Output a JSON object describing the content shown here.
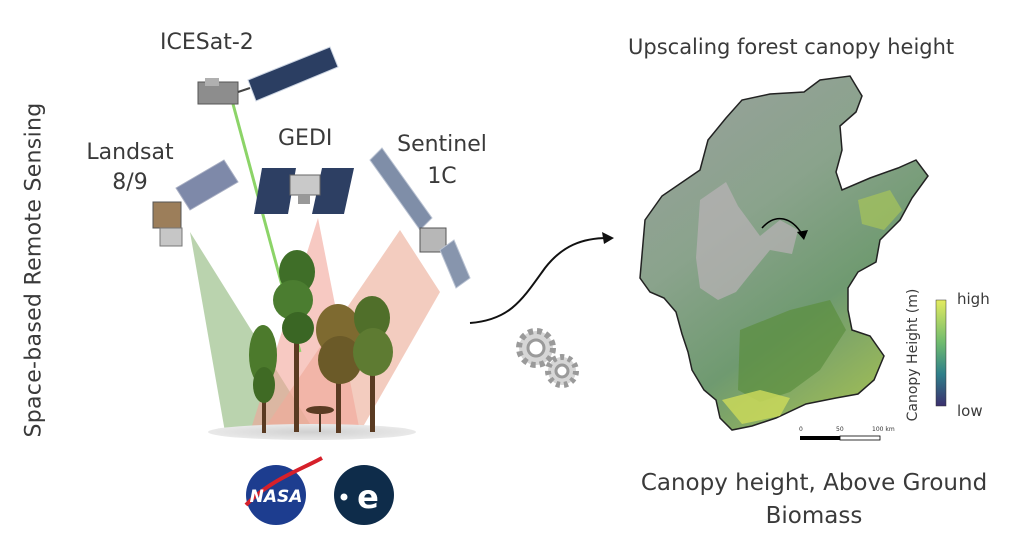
{
  "remote_sensing_label": "Space-based Remote Sensing",
  "satellites": {
    "icesat": "ICESat-2",
    "gedi": "GEDI",
    "landsat_line1": "Landsat",
    "landsat_line2": "8/9",
    "sentinel_line1": "Sentinel",
    "sentinel_line2": "1C"
  },
  "map": {
    "title": "Upscaling forest canopy height",
    "legend_title": "Canopy Height (m)",
    "legend_high": "high",
    "legend_low": "low",
    "scalebar": [
      "0",
      "50",
      "100 km"
    ]
  },
  "caption": "Canopy height, Above Ground Biomass",
  "logos": [
    "NASA",
    "e"
  ],
  "colors": {
    "landsat_beam": "#9cc08c",
    "gedi_beam": "#f2a59a",
    "sentinel_beam": "#ecb09c",
    "icesat_laser": "#8cd468",
    "legend_high": "#e3eb60",
    "legend_low": "#3b2f6e",
    "nasa_blue": "#1d3d8f",
    "esa_blue": "#0e2c4a"
  },
  "icons": [
    "satellite-icon",
    "tree-icon",
    "gears-icon",
    "arrow-icon",
    "nasa-logo",
    "esa-logo"
  ]
}
